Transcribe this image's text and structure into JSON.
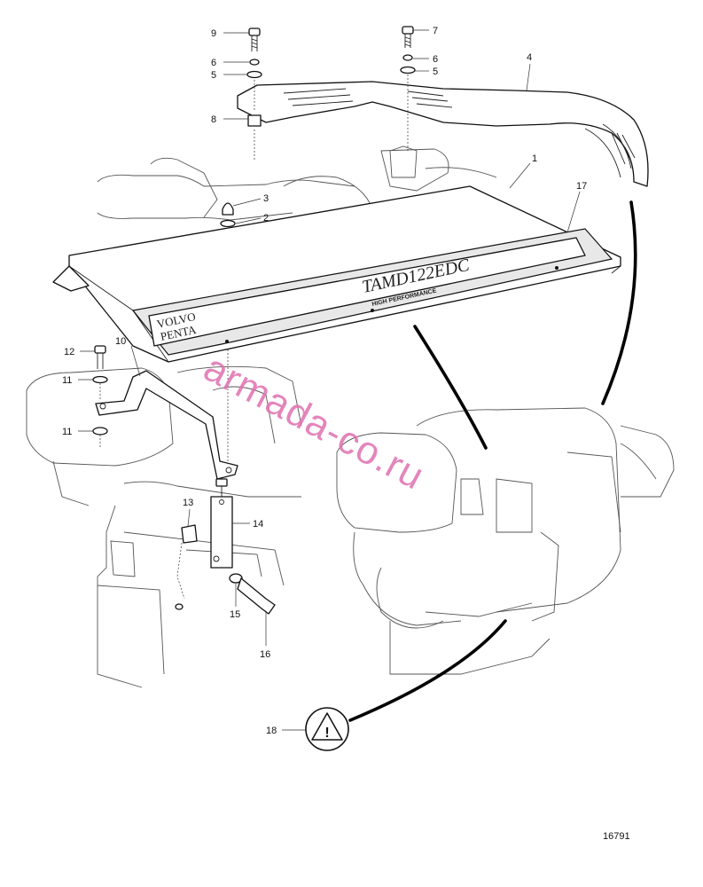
{
  "callouts": {
    "c1": "1",
    "c2": "2",
    "c3": "3",
    "c4": "4",
    "c5a": "5",
    "c5b": "5",
    "c6a": "6",
    "c6b": "6",
    "c7": "7",
    "c8": "8",
    "c9": "9",
    "c10": "10",
    "c11a": "11",
    "c11b": "11",
    "c12": "12",
    "c13": "13",
    "c14": "14",
    "c15": "15",
    "c16": "16",
    "c17": "17",
    "c18": "18"
  },
  "cover_text": {
    "model": "TAMD122EDC",
    "subtitle": "HIGH PERFORMANCE",
    "brand_line1": "VOLVO",
    "brand_line2": "PENTA"
  },
  "warning_symbol": "!",
  "watermark": "armada-co.ru",
  "drawing_number": "16791",
  "colors": {
    "watermark": "#e070b0",
    "line": "#111111"
  }
}
